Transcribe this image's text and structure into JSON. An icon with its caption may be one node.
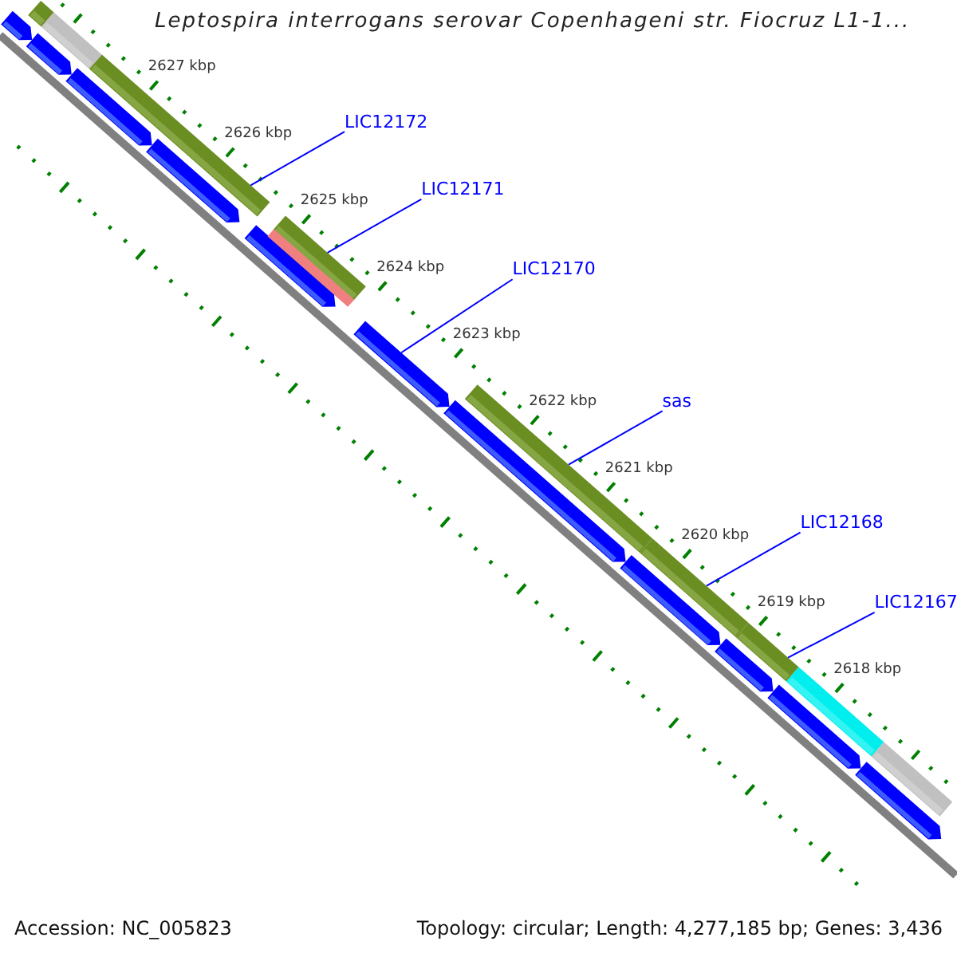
{
  "diagram": {
    "title": "Leptospira interrogans serovar Copenhageni str. Fiocruz L1-1...",
    "nodes": [
      {
        "text": [
          "LIC12172"
        ]
      },
      {
        "text": [
          "LIC12171"
        ]
      },
      {
        "text": [
          "LIC12170"
        ]
      },
      {
        "text": [
          "sas"
        ]
      },
      {
        "text": [
          "LIC12168"
        ]
      },
      {
        "text": [
          "LIC12167"
        ]
      },
      {
        "text": [],
        "shape": "bar"
      },
      {
        "text": [],
        "shape": "bar"
      },
      {
        "text": [],
        "shape": "bar"
      },
      {
        "text": [],
        "shape": "bar"
      },
      {
        "text": [],
        "shape": "bar"
      },
      {
        "text": [],
        "shape": "bar"
      },
      {
        "text": [],
        "shape": "bar"
      },
      {
        "text": [],
        "shape": "bar"
      },
      {
        "text": [],
        "shape": "bar"
      },
      {
        "text": [],
        "shape": "bar"
      },
      {
        "text": [],
        "shape": "bar"
      },
      {
        "text": [],
        "shape": "bar"
      },
      {
        "text": [],
        "shape": "bar"
      },
      {
        "text": [],
        "shape": "bar"
      },
      {
        "text": [],
        "shape": "bar"
      },
      {
        "text": [],
        "shape": "bar"
      },
      {
        "text": [],
        "shape": "bar"
      },
      {
        "text": [],
        "shape": "bar"
      },
      {
        "text": [],
        "shape": "bar"
      },
      {
        "text": [],
        "shape": "bar"
      },
      {
        "text": [],
        "shape": "bar"
      }
    ],
    "edges": [
      {
        "from": 0,
        "to": 11,
        "arrow": "none"
      },
      {
        "from": 1,
        "to": 14,
        "arrow": "none"
      },
      {
        "from": 2,
        "to": 16,
        "arrow": "none"
      },
      {
        "from": 3,
        "to": 18,
        "arrow": "none"
      },
      {
        "from": 4,
        "to": 20,
        "arrow": "none"
      },
      {
        "from": 5,
        "to": 22,
        "arrow": "none"
      }
    ],
    "labels": [
      "2627 kbp",
      "2626 kbp",
      "2625 kbp",
      "2624 kbp",
      "2623 kbp",
      "2622 kbp",
      "2621 kbp",
      "2620 kbp",
      "2619 kbp",
      "2618 kbp",
      "Accession: NC_005823",
      "Topology: circular; Length: 4,277,185 bp; Genes: 3,436"
    ]
  }
}
